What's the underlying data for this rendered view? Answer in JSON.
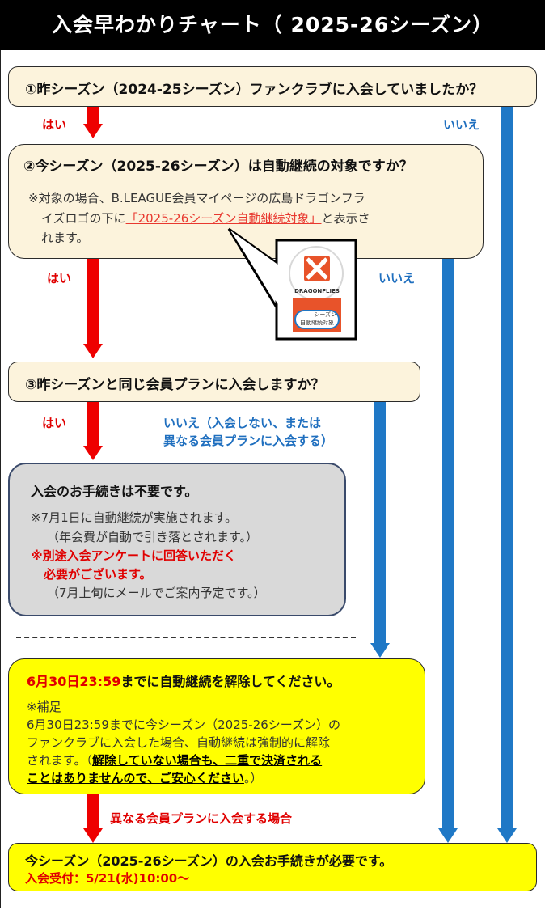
{
  "header": {
    "title": "入会早わかりチャート（ 2025-26シーズン）"
  },
  "q1": {
    "text": "①昨シーズン（2024-25シーズン）ファンクラブに入会していましたか？"
  },
  "q2": {
    "text": "②今シーズン（2025-26シーズン）は自動継続の対象ですか？",
    "note_line1": "※対象の場合、B.LEAGUE会員マイページの広島ドラゴンフラ",
    "note_line2_pre": "イズロゴの下に",
    "note_line2_link": "「2025-26シーズン自動継続対象」",
    "note_line2_post": "と表示さ",
    "note_line3": "れます。"
  },
  "logo_callout": {
    "logo_text": "DRAGONFLIES",
    "badge_line1": "シーズン",
    "badge_line2": "自動継続対象"
  },
  "q3": {
    "text": "③昨シーズンと同じ会員プランに入会しますか？"
  },
  "labels": {
    "yes1": "はい",
    "no1": "いいえ",
    "yes2": "はい",
    "no2": "いいえ",
    "yes3": "はい",
    "no3_line1": "いいえ（入会しない、または",
    "no3_line2": "異なる会員プランに入会する）",
    "different_plan": "異なる会員プランに入会する場合"
  },
  "result_no_action": {
    "title": "入会のお手続きは不要です。",
    "line1": "※7月1日に自動継続が実施されます。",
    "line2": "（年会費が自動で引き落とされます。）",
    "line3": "※別途入会アンケートに回答いただく",
    "line4": "必要がございます。",
    "line5": "（7月上旬にメールでご案内予定です。）"
  },
  "result_cancel": {
    "title_red": "6月30日23:59",
    "title_rest": "までに自動継続を解除してください。",
    "note_head": "※補足",
    "note1": "6月30日23:59までに今シーズン（2025-26シーズン）の",
    "note2": "ファンクラブに入会した場合、自動継続は強制的に解除",
    "note3_pre": "されます。（",
    "note3_bold": "解除していない場合も、二重で決済される",
    "note4_bold": "ことはありませんので、ご安心ください",
    "note4_post": "。）"
  },
  "result_final": {
    "line1": "今シーズン（2025-26シーズン）の入会お手続きが必要です。",
    "line2": "入会受付：5/21(水)10:00〜"
  },
  "colors": {
    "red_arrow": "#ee0000",
    "blue_arrow": "#1f78c6",
    "cream": "#fcf3dc",
    "grey": "#d9d9d9",
    "yellow": "#ffff00"
  }
}
